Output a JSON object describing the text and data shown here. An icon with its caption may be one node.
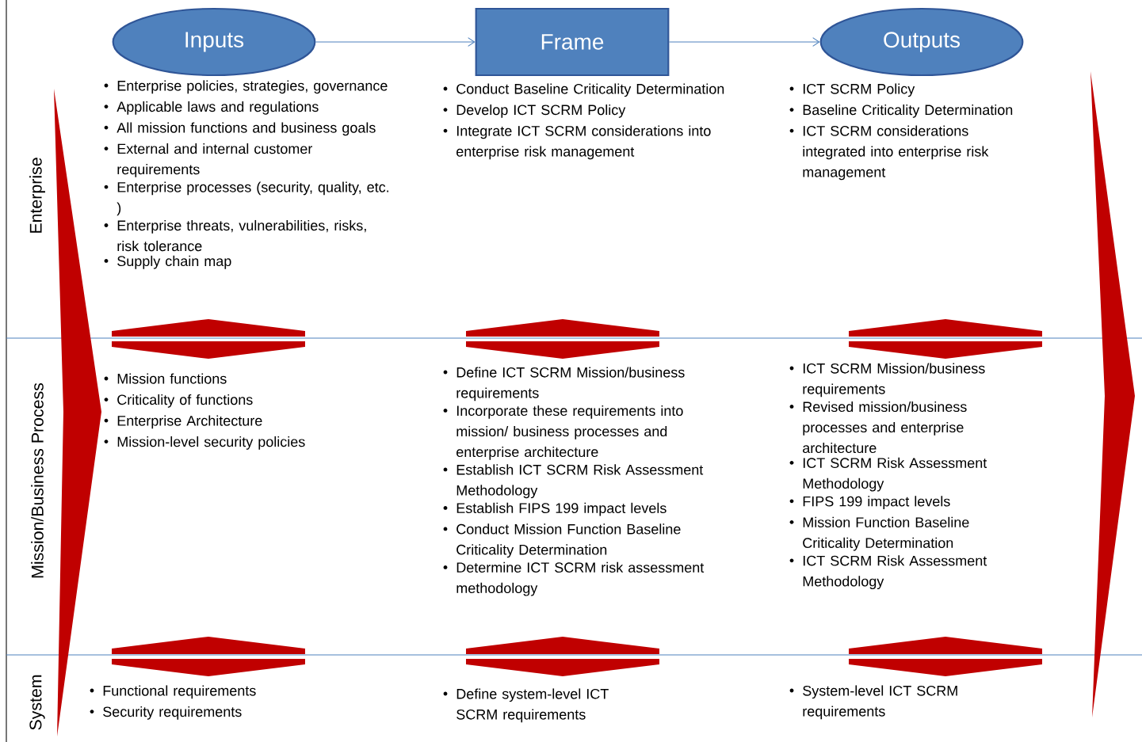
{
  "diagram": {
    "nodes": [
      {
        "text": [
          "Inputs"
        ]
      },
      {
        "text": [
          "Frame"
        ]
      },
      {
        "text": [
          "Outputs"
        ]
      }
    ],
    "edges": [
      {
        "from": 0,
        "to": 1,
        "arrow": "to"
      },
      {
        "from": 1,
        "to": 2,
        "arrow": "to"
      }
    ],
    "labels": [
      "Enterprise",
      "Enterprise policies, strategies, governance",
      "Applicable laws and regulations",
      "All mission functions and business goals",
      "External and internal customer requirements",
      "Enterprise processes (security, quality, etc. )",
      "Enterprise  threats, vulnerabilities, risks, risk tolerance",
      "Supply chain map",
      "Conduct Baseline Criticality Determination",
      "Develop ICT SCRM Policy",
      "Integrate ICT SCRM considerations into enterprise risk management",
      "ICT SCRM Policy",
      "Baseline Criticality Determination",
      "ICT SCRM considerations integrated into enterprise risk management",
      "Mission/Business Process",
      "Mission functions",
      "Criticality of functions",
      "Enterprise Architecture",
      "Mission-level security policies",
      "Define ICT SCRM Mission/business requirements",
      "Incorporate these requirements into mission/ business processes and enterprise architecture",
      "Establish ICT SCRM Risk Assessment Methodology",
      "Establish FIPS 199 impact levels",
      "Conduct Mission Function Baseline Criticality Determination",
      "Determine ICT SCRM risk assessment methodology",
      "ICT SCRM Mission/business requirements",
      "Revised mission/business processes and enterprise architecture",
      "ICT SCRM Risk Assessment Methodology",
      "FIPS 199 impact levels",
      "Mission Function Baseline Criticality Determination",
      "ICT SCRM Risk Assessment Methodology",
      "System",
      "Functional requirements",
      "Security requirements",
      "Define system-level ICT SCRM requirements",
      "System-level ICT SCRM requirements"
    ]
  }
}
